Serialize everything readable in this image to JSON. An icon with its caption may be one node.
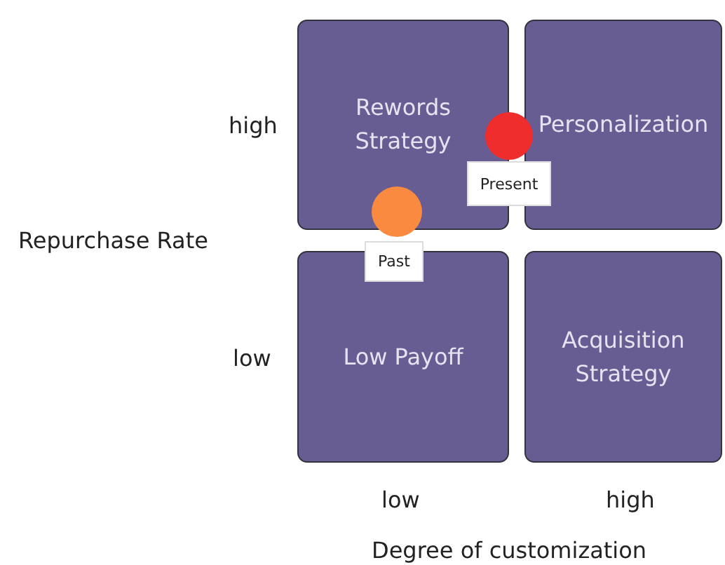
{
  "diagram": {
    "nodes": [
      {
        "text": [
          "Rewords Strategy"
        ]
      },
      {
        "text": [
          "Personalization"
        ]
      },
      {
        "text": [
          "Low Payoff"
        ]
      },
      {
        "text": [
          "Acquisition Strategy"
        ]
      },
      {
        "text": [
          "Present"
        ]
      },
      {
        "text": [
          "Past"
        ]
      }
    ],
    "labels": [
      "high",
      "Repurchase Rate",
      "low",
      "low",
      "high",
      "Degree of customization"
    ]
  }
}
